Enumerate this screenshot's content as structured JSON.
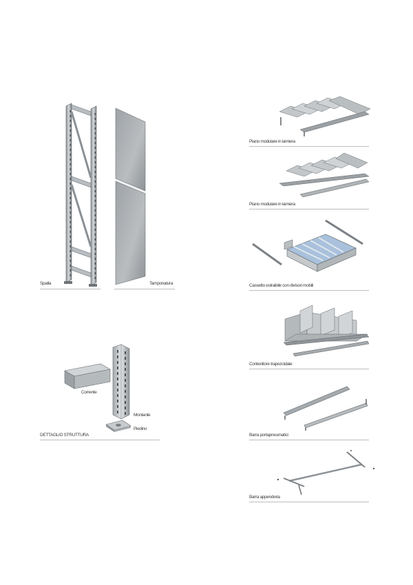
{
  "left_panel": {
    "spalla": "Spalla",
    "tamponatura": "Tamponatura",
    "corrente": "Corrente",
    "montante": "Montante",
    "piedino": "Piedino",
    "dettaglio": "DETTAGLIO STRUTTURA"
  },
  "right_panel": {
    "items": [
      {
        "label": "Piano modulare in lamiera"
      },
      {
        "label": "Piano modulare in lamiera"
      },
      {
        "label": "Cassetto estraibile con divisori mobili"
      },
      {
        "label": "Contenitore trapezoidale"
      },
      {
        "label": "Barra portapneumatici"
      },
      {
        "label": "Barra appenderia"
      }
    ]
  }
}
